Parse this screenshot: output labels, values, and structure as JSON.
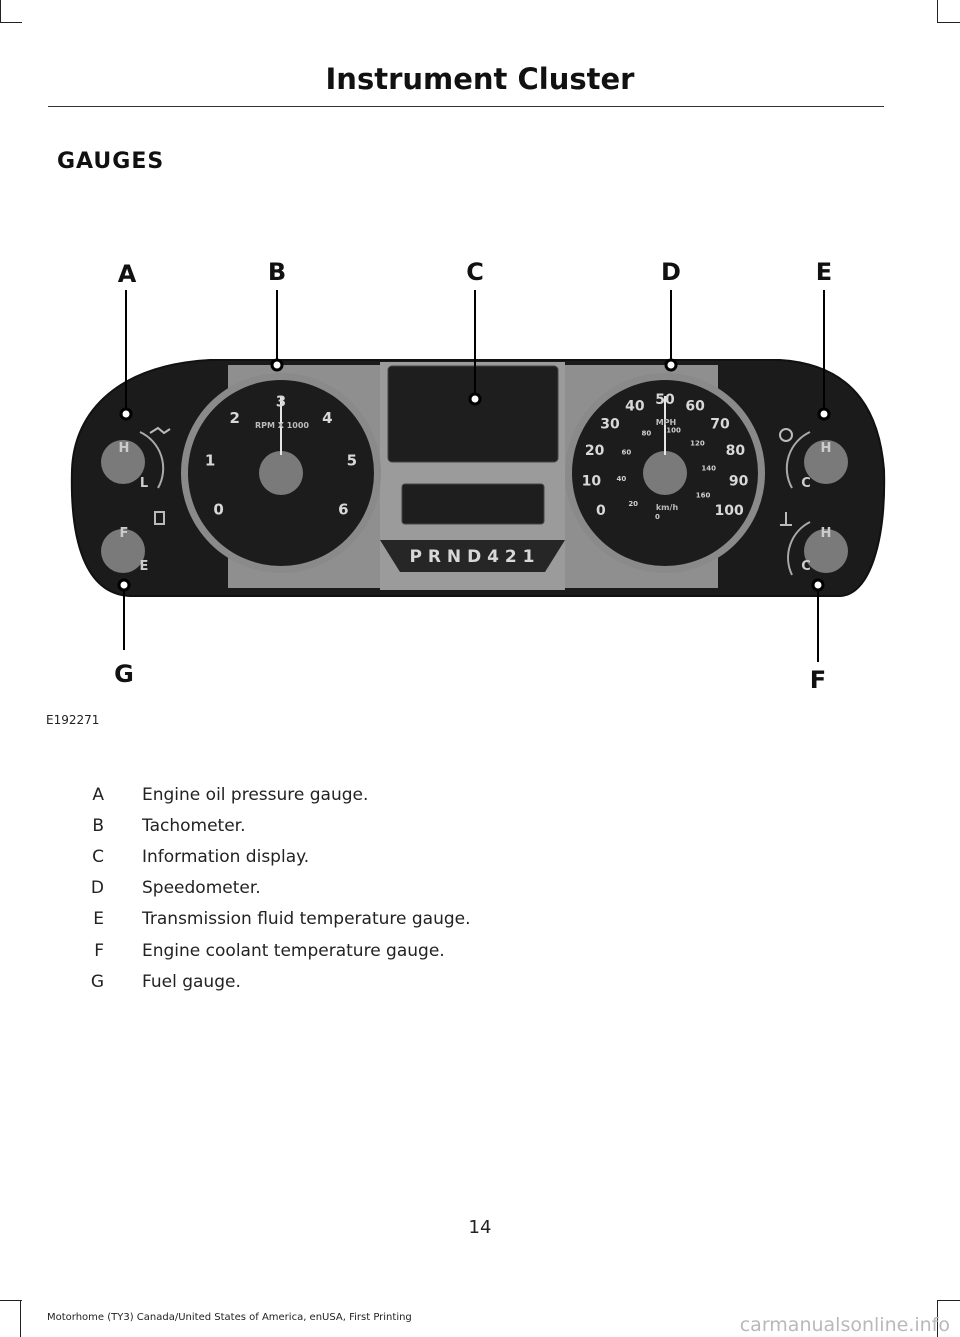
{
  "header": {
    "title": "Instrument Cluster"
  },
  "section": {
    "heading": "GAUGES"
  },
  "figure": {
    "callouts": {
      "A": "A",
      "B": "B",
      "C": "C",
      "D": "D",
      "E": "E",
      "F": "F",
      "G": "G"
    },
    "image_id": "E192271",
    "gauges": {
      "left_top_h": "H",
      "left_top_l": "L",
      "left_bottom_f": "F",
      "left_bottom_e": "E",
      "right_top_h": "H",
      "right_top_c": "C",
      "right_bottom_h": "H",
      "right_bottom_c": "C"
    },
    "tachometer": {
      "ticks": [
        "0",
        "1",
        "2",
        "3",
        "4",
        "5",
        "6"
      ],
      "label": "RPM X 1000"
    },
    "speedometer": {
      "mph_ticks": [
        "0",
        "10",
        "20",
        "30",
        "40",
        "50",
        "60",
        "70",
        "80",
        "90",
        "100"
      ],
      "kmh_ticks": [
        "0",
        "20",
        "40",
        "60",
        "80",
        "100",
        "120",
        "140",
        "160"
      ],
      "mph_label": "MPH",
      "kmh_label": "km/h"
    },
    "gear_indicator": "P  R N D 4 2 1"
  },
  "legend": [
    {
      "key": "A",
      "text": "Engine oil pressure gauge."
    },
    {
      "key": "B",
      "text": "Tachometer."
    },
    {
      "key": "C",
      "text": "Information display."
    },
    {
      "key": "D",
      "text": "Speedometer."
    },
    {
      "key": "E",
      "text": "Transmission fluid temperature gauge."
    },
    {
      "key": "F",
      "text": "Engine coolant temperature gauge."
    },
    {
      "key": "G",
      "text": "Fuel gauge."
    }
  ],
  "page_number": "14",
  "footer": "Motorhome (TY3) Canada/United States of America, enUSA, First Printing",
  "watermark": "carmanualsonline.info"
}
